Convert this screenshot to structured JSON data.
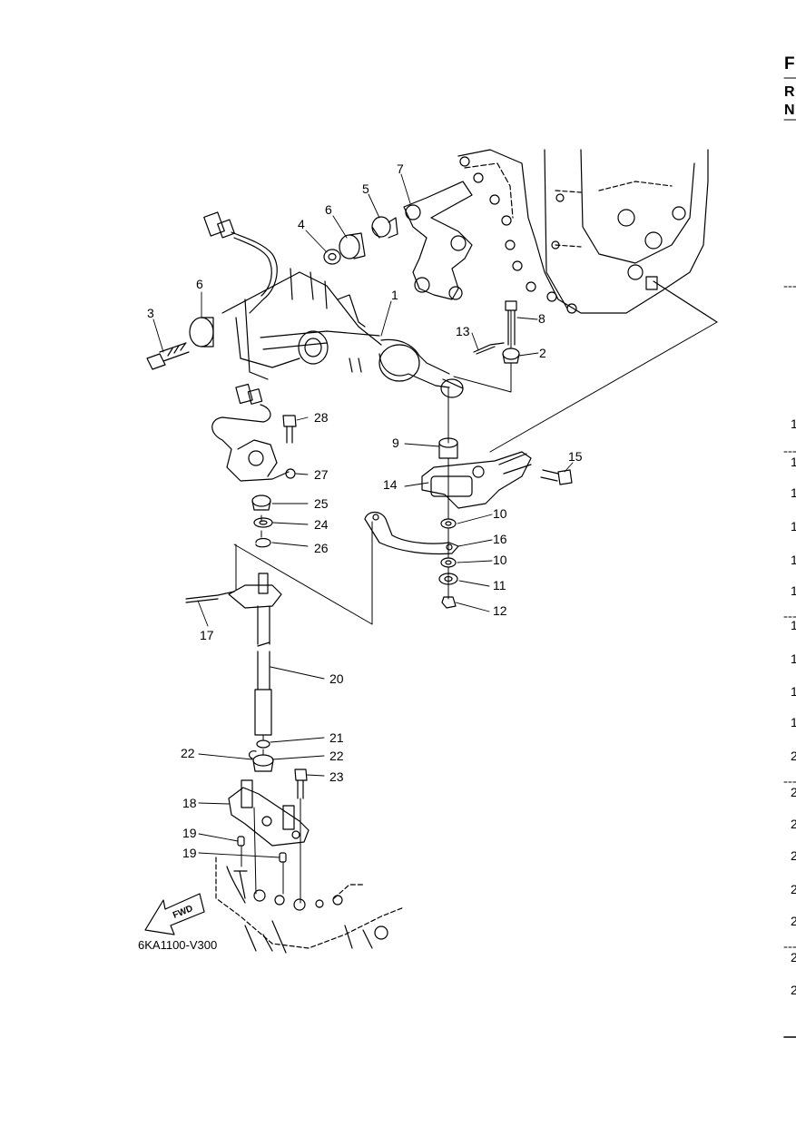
{
  "diagram": {
    "figure_code": "6KA1100-V300",
    "fwd_label": "FWD",
    "callouts": [
      {
        "id": "1",
        "label": "1"
      },
      {
        "id": "2",
        "label": "2"
      },
      {
        "id": "3",
        "label": "3"
      },
      {
        "id": "4",
        "label": "4"
      },
      {
        "id": "5",
        "label": "5"
      },
      {
        "id": "6a",
        "label": "6"
      },
      {
        "id": "6b",
        "label": "6"
      },
      {
        "id": "7",
        "label": "7"
      },
      {
        "id": "8",
        "label": "8"
      },
      {
        "id": "9",
        "label": "9"
      },
      {
        "id": "10a",
        "label": "10"
      },
      {
        "id": "10b",
        "label": "10"
      },
      {
        "id": "11",
        "label": "11"
      },
      {
        "id": "12",
        "label": "12"
      },
      {
        "id": "13",
        "label": "13"
      },
      {
        "id": "14",
        "label": "14"
      },
      {
        "id": "15",
        "label": "15"
      },
      {
        "id": "16",
        "label": "16"
      },
      {
        "id": "17",
        "label": "17"
      },
      {
        "id": "18",
        "label": "18"
      },
      {
        "id": "19a",
        "label": "19"
      },
      {
        "id": "19b",
        "label": "19"
      },
      {
        "id": "20",
        "label": "20"
      },
      {
        "id": "21",
        "label": "21"
      },
      {
        "id": "22a",
        "label": "22"
      },
      {
        "id": "22b",
        "label": "22"
      },
      {
        "id": "23",
        "label": "23"
      },
      {
        "id": "24",
        "label": "24"
      },
      {
        "id": "25",
        "label": "25"
      },
      {
        "id": "26",
        "label": "26"
      },
      {
        "id": "27",
        "label": "27"
      },
      {
        "id": "28",
        "label": "28"
      }
    ]
  },
  "page_edge": {
    "header_letters": [
      "F",
      "R",
      "N"
    ],
    "cut_numbers": [
      "1",
      "1",
      "1",
      "1",
      "1",
      "1",
      "1",
      "1",
      "1",
      "1",
      "2",
      "2",
      "2",
      "2",
      "2",
      "2",
      "2",
      "2"
    ]
  }
}
